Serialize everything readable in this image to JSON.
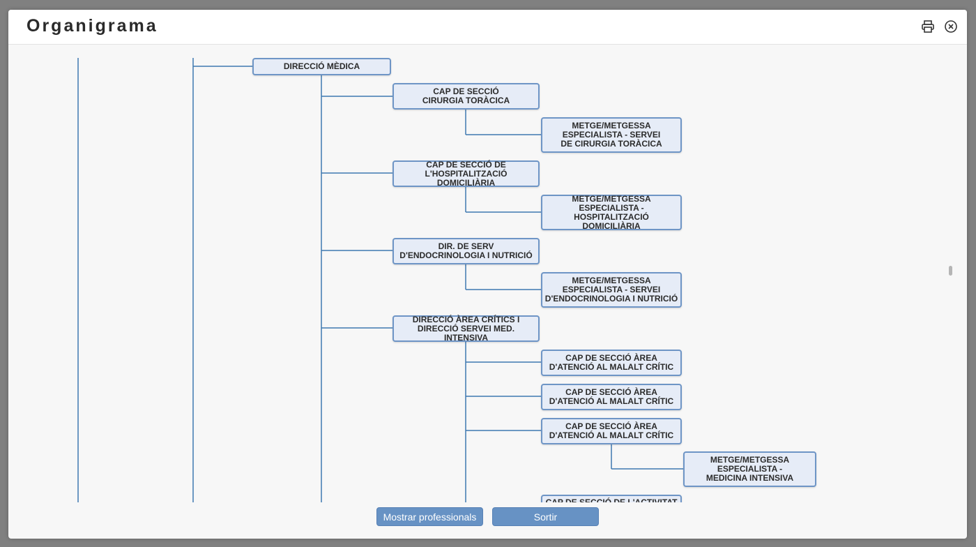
{
  "header": {
    "title": "Organigrama",
    "print_icon": "printer-icon",
    "close_icon": "close-circle-icon"
  },
  "org_chart": {
    "nodes": {
      "direccio_medica": "DIRECCIÓ MÈDICA",
      "cap_cirurgia_toracica": "CAP DE SECCIÓ\nCIRURGIA TORÀCICA",
      "metge_cirurgia_toracica": "METGE/METGESSA\nESPECIALISTA - SERVEI\nDE CIRURGIA TORÀCICA",
      "cap_hospitalitzacio": "CAP DE SECCIÓ DE\nL'HOSPITALITZACIÓ DOMICILIÀRIA",
      "metge_hospitalitzacio": "METGE/METGESSA\nESPECIALISTA -\nHOSPITALITZACIÓ DOMICILIÀRIA",
      "dir_endocrinologia": "DIR. DE SERV\nD'ENDOCRINOLOGIA I NUTRICIÓ",
      "metge_endocrinologia": "METGE/METGESSA\nESPECIALISTA - SERVEI\nD'ENDOCRINOLOGIA I NUTRICIÓ",
      "direccio_critics": "DIRECCIÓ ÀREA CRÍTICS I\nDIRECCIÓ SERVEI MED. INTENSIVA",
      "cap_malalt_critic_1": "CAP DE SECCIÓ ÀREA\nD'ATENCIÓ AL MALALT CRÍTIC",
      "cap_malalt_critic_2": "CAP DE SECCIÓ ÀREA\nD'ATENCIÓ AL MALALT CRÍTIC",
      "cap_malalt_critic_3": "CAP DE SECCIÓ ÀREA\nD'ATENCIÓ AL MALALT CRÍTIC",
      "metge_medicina_intensiva": "METGE/METGESSA\nESPECIALISTA -\nMEDICINA INTENSIVA",
      "cap_activitat_partial": "CAP DE SECCIÓ DE L'ACTIVITAT"
    }
  },
  "footer": {
    "show_professionals_label": "Mostrar professionals",
    "exit_label": "Sortir"
  },
  "colors": {
    "node_fill": "#e6ecf7",
    "node_border": "#6e95c6",
    "connector": "#3f78b0",
    "button": "#6792c4"
  }
}
